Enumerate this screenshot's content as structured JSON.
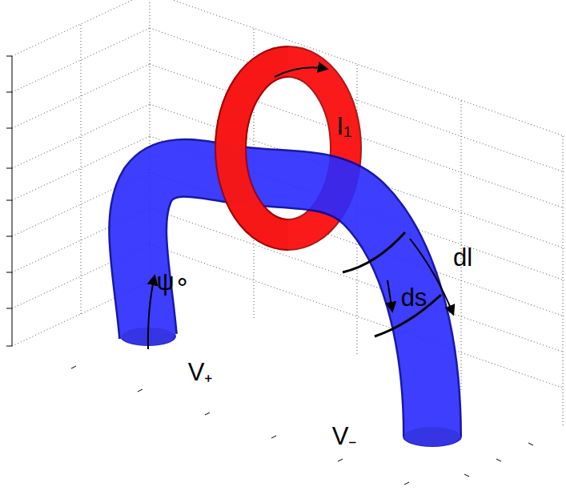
{
  "diagram": {
    "nodes": [
      {
        "text": [
          "V₊"
        ]
      },
      {
        "text": [
          "V₋"
        ]
      }
    ],
    "labels": [
      "I₁",
      "ψ∘",
      "dl",
      "ds"
    ]
  }
}
